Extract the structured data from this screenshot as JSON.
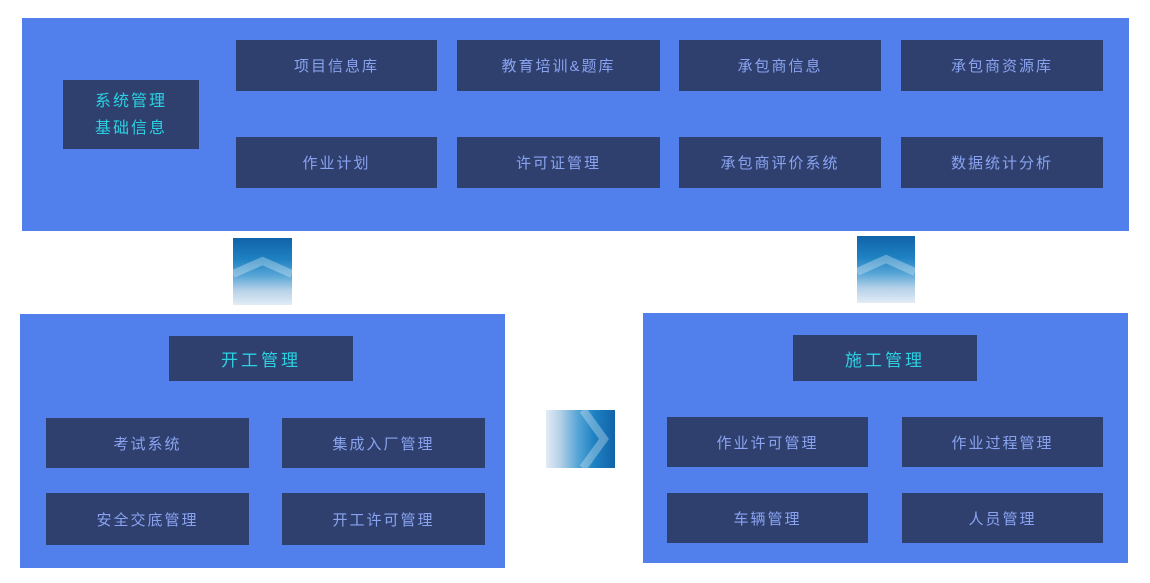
{
  "diagram": {
    "top_panel": {
      "title_line1": "系统管理",
      "title_line2": "基础信息",
      "modules": [
        "项目信息库",
        "教育培训&题库",
        "承包商信息",
        "承包商资源库",
        "作业计划",
        "许可证管理",
        "承包商评价系统",
        "数据统计分析"
      ]
    },
    "left_panel": {
      "title": "开工管理",
      "modules": [
        "考试系统",
        "集成入厂管理",
        "安全交底管理",
        "开工许可管理"
      ]
    },
    "right_panel": {
      "title": "施工管理",
      "modules": [
        "作业许可管理",
        "作业过程管理",
        "车辆管理",
        "人员管理"
      ]
    },
    "connectors": {
      "top_left": "arrow-up",
      "top_right": "arrow-up",
      "middle": "arrow-right"
    },
    "colors": {
      "panel_blue": "#5180ec",
      "box_navy": "#2f406f",
      "title_cyan": "#2bd1e1",
      "label_blue": "#8aa3f0",
      "arrow_dark": "#1163a9",
      "arrow_light": "#e2ecf6"
    }
  }
}
